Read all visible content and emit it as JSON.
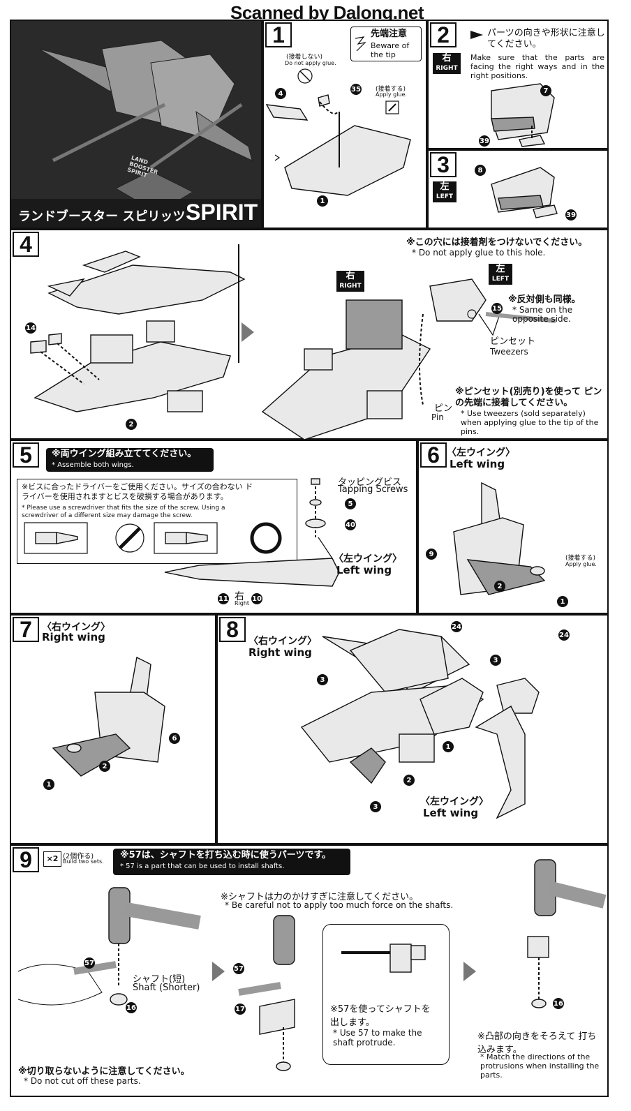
{
  "header": {
    "scan_credit": "Scanned by Dalong.net"
  },
  "hero": {
    "title_jp": "ランドブースター スピリッツ",
    "title_en": "SPIRIT",
    "base_label": "LAND BOOSTER SPIRIT"
  },
  "steps": {
    "s1": {
      "number": "1",
      "caution_jp": "先端注意",
      "caution_en": "Beware of the tip",
      "no_glue_jp": "(接着しない)",
      "no_glue_en": "Do not apply glue.",
      "glue_jp": "(接着する)",
      "glue_en": "Apply glue.",
      "parts": [
        "4",
        "35",
        "1"
      ]
    },
    "s2": {
      "number": "2",
      "note_jp": "パーツの向きや形状に注意してください。",
      "note_en": "Make sure that the parts are facing the right ways and in the right positions.",
      "side_jp": "右",
      "side_en": "RIGHT",
      "parts": [
        "7",
        "39"
      ]
    },
    "s3": {
      "number": "3",
      "side_jp": "左",
      "side_en": "LEFT",
      "parts": [
        "8",
        "39"
      ]
    },
    "s4": {
      "number": "4",
      "hole_note_jp": "※この穴には接着剤をつけないでください。",
      "hole_note_en": "* Do not apply glue to this hole.",
      "right_jp": "右",
      "right_en": "RIGHT",
      "left_jp": "左",
      "left_en": "LEFT",
      "opposite_jp": "※反対側も同様。",
      "opposite_en": "* Same on the opposite side.",
      "tweezers_jp": "ピンセット",
      "tweezers_en": "Tweezers",
      "pin_jp": "ピン",
      "pin_en": "Pin",
      "tweezer_note_jp": "※ピンセット(別売り)を使って ピンの先端に接着してください。",
      "tweezer_note_en": "* Use tweezers (sold separately) when applying glue to the tip of the pins.",
      "parts": [
        "14",
        "2",
        "15"
      ]
    },
    "s5": {
      "number": "5",
      "banner_jp": "※両ウイング組み立ててください。",
      "banner_en": "* Assemble both wings.",
      "screw_note_jp": "※ビスに合ったドライバーをご使用ください。サイズの合わない ドライバーを使用されますとビスを破損する場合があります。",
      "screw_note_en": "* Please use a screwdriver that fits the size of the screw. Using a screwdriver of a different size may damage the screw.",
      "tapping_jp": "タッピングビス",
      "tapping_en": "Tapping Screws",
      "left_wing_jp": "〈左ウイング〉",
      "left_wing_en": "Left wing",
      "right_jp": "右",
      "right_en": "Right",
      "parts": [
        "5",
        "40",
        "11",
        "10"
      ]
    },
    "s6": {
      "number": "6",
      "wing_jp": "〈左ウイング〉",
      "wing_en": "Left wing",
      "glue_jp": "(接着する)",
      "glue_en": "Apply glue.",
      "parts": [
        "9"
      ],
      "order": [
        "1",
        "2"
      ]
    },
    "s7": {
      "number": "7",
      "wing_jp": "〈右ウイング〉",
      "wing_en": "Right wing",
      "parts": [
        "6"
      ],
      "order": [
        "1",
        "2"
      ]
    },
    "s8": {
      "number": "8",
      "right_wing_jp": "〈右ウイング〉",
      "right_wing_en": "Right wing",
      "left_wing_jp": "〈左ウイング〉",
      "left_wing_en": "Left wing",
      "parts": [
        "24",
        "3"
      ],
      "order": [
        "1",
        "2",
        "3"
      ]
    },
    "s9": {
      "number": "9",
      "multiplier": "×2",
      "build_jp": "(2個作る)",
      "build_en": "Build two sets.",
      "banner_jp": "※57は、シャフトを打ち込む時に使うパーツです。",
      "banner_en": "* 57 is a part that can be used to install shafts.",
      "shaft_jp": "シャフト(短)",
      "shaft_en": "Shaft (Shorter)",
      "force_jp": "※シャフトは力のかけすぎに注意してください。",
      "force_en": "* Be careful not to apply too much force on the shafts.",
      "use_jp": "※57を使ってシャフトを 出します。",
      "use_en": "* Use 57 to make the shaft protrude.",
      "match_jp": "※凸部の向きをそろえて 打ち込みます。",
      "match_en": "* Match the directions of the protrusions when installing the parts.",
      "cut_jp": "※切り取らないように注意してください。",
      "cut_en": "* Do not cut off these parts.",
      "parts": [
        "57",
        "16",
        "17"
      ]
    }
  }
}
